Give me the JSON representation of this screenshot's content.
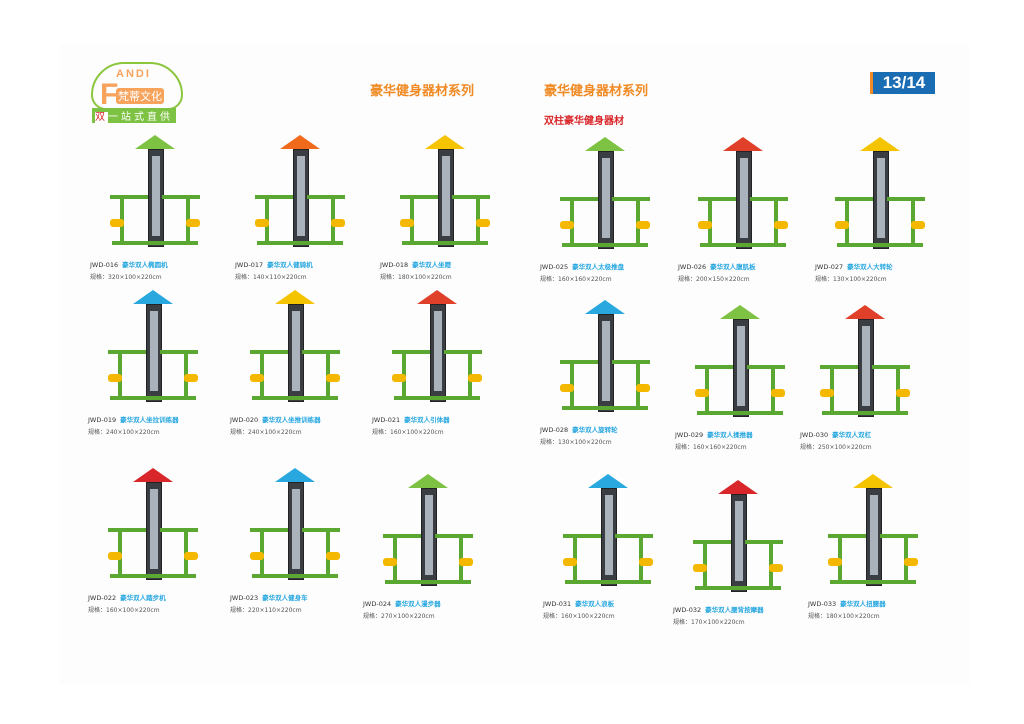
{
  "logo": {
    "brand": "ANDI",
    "letter": "F",
    "cn": "梵蒂文化",
    "tagline_mark": "双",
    "tagline": "一站式直供"
  },
  "header": {
    "series_left": "豪华健身器材系列",
    "series_right": "豪华健身器材系列",
    "subtitle": "双柱豪华健身器材",
    "page_number": "13/14"
  },
  "size_prefix": "规格：",
  "items": [
    {
      "code": "JWD-016",
      "name": "豪华双人椭圆机",
      "size": "320×100×220cm",
      "roof": "#7dc242"
    },
    {
      "code": "JWD-017",
      "name": "豪华双人健骑机",
      "size": "140×110×220cm",
      "roof": "#f06a1c"
    },
    {
      "code": "JWD-018",
      "name": "豪华双人坐蹬",
      "size": "180×100×220cm",
      "roof": "#f5c400"
    },
    {
      "code": "JWD-019",
      "name": "豪华双人坐拉训练器",
      "size": "240×100×220cm",
      "roof": "#29a8e0"
    },
    {
      "code": "JWD-020",
      "name": "豪华双人坐推训练器",
      "size": "240×100×220cm",
      "roof": "#f5c400"
    },
    {
      "code": "JWD-021",
      "name": "豪华双人引体器",
      "size": "160×100×220cm",
      "roof": "#e0402a"
    },
    {
      "code": "JWD-022",
      "name": "豪华双人踏步机",
      "size": "160×100×220cm",
      "roof": "#d8262a"
    },
    {
      "code": "JWD-023",
      "name": "豪华双人健身车",
      "size": "220×110×220cm",
      "roof": "#29a8e0"
    },
    {
      "code": "JWD-024",
      "name": "豪华双人漫步器",
      "size": "270×100×220cm",
      "roof": "#7dc242"
    },
    {
      "code": "JWD-025",
      "name": "豪华双人太极推盘",
      "size": "160×160×220cm",
      "roof": "#7dc242"
    },
    {
      "code": "JWD-026",
      "name": "豪华双人腹肌板",
      "size": "200×150×220cm",
      "roof": "#e0402a"
    },
    {
      "code": "JWD-027",
      "name": "豪华双人大转轮",
      "size": "130×100×220cm",
      "roof": "#f5c400"
    },
    {
      "code": "JWD-028",
      "name": "豪华双人旋转轮",
      "size": "130×100×220cm",
      "roof": "#29a8e0"
    },
    {
      "code": "JWD-029",
      "name": "豪华双人揉推器",
      "size": "160×160×220cm",
      "roof": "#7dc242"
    },
    {
      "code": "JWD-030",
      "name": "豪华双人双杠",
      "size": "250×100×220cm",
      "roof": "#e0402a"
    },
    {
      "code": "JWD-031",
      "name": "豪华双人浪板",
      "size": "160×100×220cm",
      "roof": "#29a8e0"
    },
    {
      "code": "JWD-032",
      "name": "豪华双人腰背按摩器",
      "size": "170×100×220cm",
      "roof": "#d8262a"
    },
    {
      "code": "JWD-033",
      "name": "豪华双人扭腰器",
      "size": "180×100×220cm",
      "roof": "#f5c400"
    }
  ]
}
